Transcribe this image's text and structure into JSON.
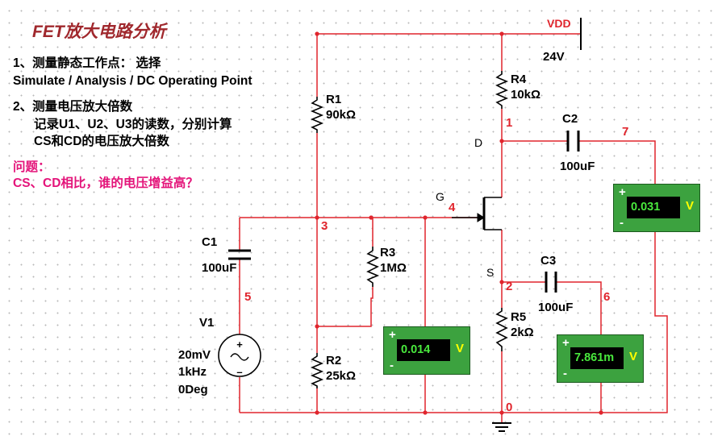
{
  "notes": {
    "title": "FET放大电路分析",
    "step1_line1": "1、测量静态工作点：  选择",
    "step1_line2": "Simulate / Analysis / DC  Operating Point",
    "step2_line1": "2、测量电压放大倍数",
    "step2_line2": "记录U1、U2、U3的读数，分别计算",
    "step2_line3": "CS和CD的电压放大倍数",
    "question_label": "问题：",
    "question_text": "CS、CD相比，谁的电压增益高？"
  },
  "components": {
    "vdd": {
      "name": "VDD",
      "value": "24V"
    },
    "r1": {
      "name": "R1",
      "value": "90kΩ"
    },
    "r2": {
      "name": "R2",
      "value": "25kΩ"
    },
    "r3": {
      "name": "R3",
      "value": "1MΩ"
    },
    "r4": {
      "name": "R4",
      "value": "10kΩ"
    },
    "r5": {
      "name": "R5",
      "value": "2kΩ"
    },
    "c1": {
      "name": "C1",
      "value": "100uF"
    },
    "c2": {
      "name": "C2",
      "value": "100uF"
    },
    "c3": {
      "name": "C3",
      "value": "100uF"
    },
    "v1": {
      "name": "V1",
      "amplitude": "20mV",
      "frequency": "1kHz",
      "phase": "0Deg"
    }
  },
  "pins": {
    "gate": "G",
    "drain": "D",
    "source": "S"
  },
  "nodes": {
    "n0": "0",
    "n1": "1",
    "n2": "2",
    "n3": "3",
    "n4": "4",
    "n5": "5",
    "n6": "6",
    "n7": "7"
  },
  "meters": [
    {
      "reading": "0.014",
      "unit": "V",
      "plus": "+",
      "minus": "-"
    },
    {
      "reading": "7.861m",
      "unit": "V",
      "plus": "+",
      "minus": "-"
    },
    {
      "reading": "0.031",
      "unit": "V",
      "plus": "+",
      "minus": "-"
    }
  ],
  "colors": {
    "wire": "#e0252d",
    "title": "#a0282d",
    "question": "#e4147a",
    "node_label": "#e0252d",
    "meter_body": "#3ca23f",
    "meter_display": "#49e83d",
    "meter_unit": "#ffff00"
  }
}
